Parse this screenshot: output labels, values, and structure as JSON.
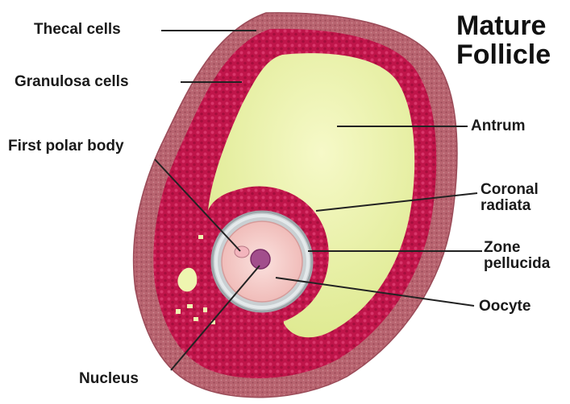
{
  "title": {
    "line1": "Mature",
    "line2": "Follicle"
  },
  "labels": {
    "thecal": "Thecal cells",
    "granulosa": "Granulosa cells",
    "first_polar_body": "First polar body",
    "antrum": "Antrum",
    "coronal_line1": "Coronal",
    "coronal_line2": "radiata",
    "zone_line1": "Zone",
    "zone_line2": "pellucida",
    "oocyte": "Oocyte",
    "nucleus": "Nucleus"
  },
  "colors": {
    "theca": "#b86470",
    "granulosa": "#c0154a",
    "granule": "#d8356a",
    "antrum": "#eef5b0",
    "zona": "#c9cfd2",
    "oocyte": "#f6cfcc",
    "nucleus": "#a24e8c",
    "leader": "#222222"
  }
}
